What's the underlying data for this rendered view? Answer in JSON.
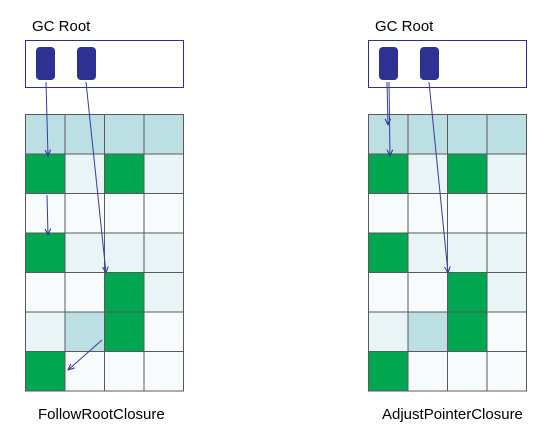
{
  "panels": [
    {
      "id": "left",
      "root_label": "GC Root",
      "caption": "FollowRootClosure",
      "grid": [
        [
          "lb",
          "lb",
          "lb",
          "lb"
        ],
        [
          "g",
          "p",
          "g",
          "p"
        ],
        [
          "w",
          "w",
          "w",
          "w"
        ],
        [
          "g",
          "p",
          "p",
          "p"
        ],
        [
          "w",
          "w",
          "g",
          "p"
        ],
        [
          "p",
          "lb",
          "g",
          "w"
        ],
        [
          "g",
          "w",
          "w",
          "w"
        ]
      ]
    },
    {
      "id": "right",
      "root_label": "GC Root",
      "caption": "AdjustPointerClosure",
      "grid": [
        [
          "lb",
          "lb",
          "lb",
          "lb"
        ],
        [
          "g",
          "p",
          "g",
          "p"
        ],
        [
          "w",
          "w",
          "w",
          "w"
        ],
        [
          "g",
          "p",
          "p",
          "p"
        ],
        [
          "w",
          "w",
          "g",
          "p"
        ],
        [
          "p",
          "lb",
          "g",
          "w"
        ],
        [
          "g",
          "w",
          "w",
          "w"
        ]
      ]
    }
  ],
  "colors": {
    "green": "#00a650",
    "light_blue": "#bcdfe3",
    "pale": "#e8f4f5",
    "white_cell": "#f7fbfc",
    "grid_line": "#5a5a5a",
    "root_slot": "#2e3192",
    "arrow": "#3a3a9a"
  }
}
